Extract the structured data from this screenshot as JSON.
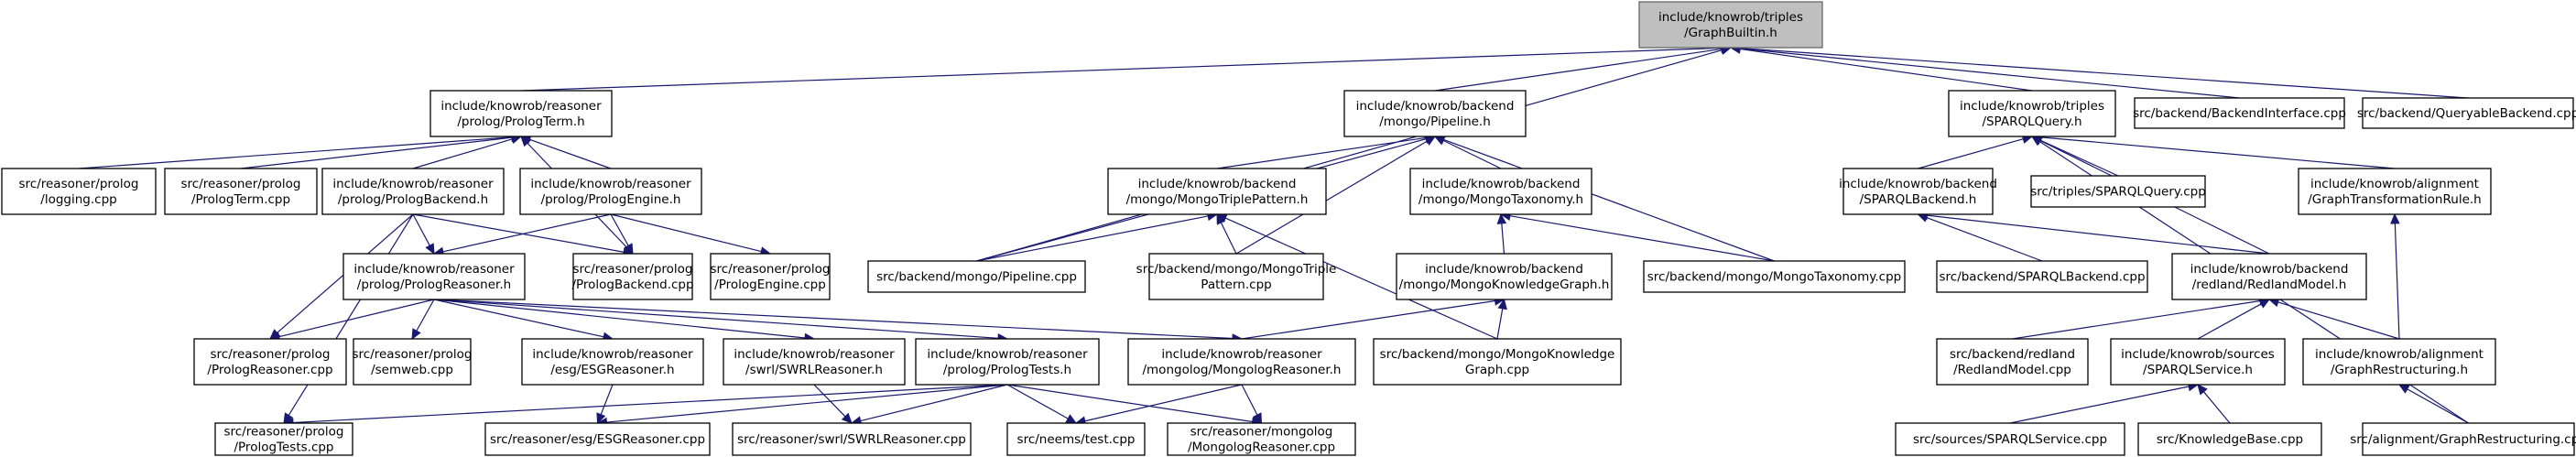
{
  "graph": {
    "colors": {
      "edge": "#191970",
      "root_fill": "#bfbfbf",
      "node_fill": "#ffffff",
      "node_border": "#000000"
    },
    "root": "n0",
    "nodes": [
      {
        "id": "n0",
        "lines": [
          "include/knowrob/triples",
          "/GraphBuiltin.h"
        ]
      },
      {
        "id": "n1",
        "lines": [
          "include/knowrob/reasoner",
          "/prolog/PrologTerm.h"
        ]
      },
      {
        "id": "n2",
        "lines": [
          "include/knowrob/backend",
          "/mongo/Pipeline.h"
        ]
      },
      {
        "id": "n3",
        "lines": [
          "include/knowrob/triples",
          "/SPARQLQuery.h"
        ]
      },
      {
        "id": "n4",
        "lines": [
          "src/backend/BackendInterface.cpp"
        ]
      },
      {
        "id": "n5",
        "lines": [
          "src/backend/QueryableBackend.cpp"
        ]
      },
      {
        "id": "n6",
        "lines": [
          "src/reasoner/prolog",
          "/logging.cpp"
        ]
      },
      {
        "id": "n7",
        "lines": [
          "src/reasoner/prolog",
          "/PrologTerm.cpp"
        ]
      },
      {
        "id": "n8",
        "lines": [
          "include/knowrob/reasoner",
          "/prolog/PrologBackend.h"
        ]
      },
      {
        "id": "n9",
        "lines": [
          "include/knowrob/reasoner",
          "/prolog/PrologEngine.h"
        ]
      },
      {
        "id": "n10",
        "lines": [
          "include/knowrob/backend",
          "/mongo/MongoTriplePattern.h"
        ]
      },
      {
        "id": "n11",
        "lines": [
          "include/knowrob/backend",
          "/mongo/MongoTaxonomy.h"
        ]
      },
      {
        "id": "n12",
        "lines": [
          "include/knowrob/backend",
          "/SPARQLBackend.h"
        ]
      },
      {
        "id": "n13",
        "lines": [
          "src/triples/SPARQLQuery.cpp"
        ]
      },
      {
        "id": "n14",
        "lines": [
          "include/knowrob/alignment",
          "/GraphTransformationRule.h"
        ]
      },
      {
        "id": "n15",
        "lines": [
          "include/knowrob/reasoner",
          "/prolog/PrologReasoner.h"
        ]
      },
      {
        "id": "n16",
        "lines": [
          "src/reasoner/prolog",
          "/PrologBackend.cpp"
        ]
      },
      {
        "id": "n17",
        "lines": [
          "src/reasoner/prolog",
          "/PrologEngine.cpp"
        ]
      },
      {
        "id": "n18",
        "lines": [
          "src/backend/mongo/Pipeline.cpp"
        ]
      },
      {
        "id": "n19",
        "lines": [
          "src/backend/mongo/MongoTriple",
          "Pattern.cpp"
        ]
      },
      {
        "id": "n20",
        "lines": [
          "include/knowrob/backend",
          "/mongo/MongoKnowledgeGraph.h"
        ]
      },
      {
        "id": "n21",
        "lines": [
          "src/backend/mongo/MongoTaxonomy.cpp"
        ]
      },
      {
        "id": "n22",
        "lines": [
          "src/backend/SPARQLBackend.cpp"
        ]
      },
      {
        "id": "n23",
        "lines": [
          "include/knowrob/backend",
          "/redland/RedlandModel.h"
        ]
      },
      {
        "id": "n24",
        "lines": [
          "src/reasoner/prolog",
          "/PrologReasoner.cpp"
        ]
      },
      {
        "id": "n25",
        "lines": [
          "src/reasoner/prolog",
          "/semweb.cpp"
        ]
      },
      {
        "id": "n26",
        "lines": [
          "include/knowrob/reasoner",
          "/esg/ESGReasoner.h"
        ]
      },
      {
        "id": "n27",
        "lines": [
          "include/knowrob/reasoner",
          "/swrl/SWRLReasoner.h"
        ]
      },
      {
        "id": "n28",
        "lines": [
          "include/knowrob/reasoner",
          "/prolog/PrologTests.h"
        ]
      },
      {
        "id": "n29",
        "lines": [
          "include/knowrob/reasoner",
          "/mongolog/MongologReasoner.h"
        ]
      },
      {
        "id": "n30",
        "lines": [
          "src/backend/mongo/MongoKnowledge",
          "Graph.cpp"
        ]
      },
      {
        "id": "n31",
        "lines": [
          "src/backend/redland",
          "/RedlandModel.cpp"
        ]
      },
      {
        "id": "n32",
        "lines": [
          "include/knowrob/sources",
          "/SPARQLService.h"
        ]
      },
      {
        "id": "n33",
        "lines": [
          "include/knowrob/alignment",
          "/GraphRestructuring.h"
        ]
      },
      {
        "id": "n34",
        "lines": [
          "src/reasoner/prolog",
          "/PrologTests.cpp"
        ]
      },
      {
        "id": "n35",
        "lines": [
          "src/reasoner/esg/ESGReasoner.cpp"
        ]
      },
      {
        "id": "n36",
        "lines": [
          "src/reasoner/swrl/SWRLReasoner.cpp"
        ]
      },
      {
        "id": "n37",
        "lines": [
          "src/neems/test.cpp"
        ]
      },
      {
        "id": "n38",
        "lines": [
          "src/reasoner/mongolog",
          "/MongologReasoner.cpp"
        ]
      },
      {
        "id": "n39",
        "lines": [
          "src/sources/SPARQLService.cpp"
        ]
      },
      {
        "id": "n40",
        "lines": [
          "src/KnowledgeBase.cpp"
        ]
      },
      {
        "id": "n41",
        "lines": [
          "src/alignment/GraphRestructuring.cpp"
        ]
      }
    ],
    "edges": [
      [
        "n1",
        "n0"
      ],
      [
        "n2",
        "n0"
      ],
      [
        "n3",
        "n0"
      ],
      [
        "n4",
        "n0"
      ],
      [
        "n5",
        "n0"
      ],
      [
        "n18",
        "n0"
      ],
      [
        "n6",
        "n1"
      ],
      [
        "n7",
        "n1"
      ],
      [
        "n8",
        "n1"
      ],
      [
        "n9",
        "n1"
      ],
      [
        "n16",
        "n1"
      ],
      [
        "n8",
        "n15"
      ],
      [
        "n8",
        "n16"
      ],
      [
        "n8",
        "n24"
      ],
      [
        "n8",
        "n34"
      ],
      [
        "n9",
        "n15"
      ],
      [
        "n9",
        "n16"
      ],
      [
        "n9",
        "n17"
      ],
      [
        "n15",
        "n24"
      ],
      [
        "n15",
        "n25"
      ],
      [
        "n15",
        "n26"
      ],
      [
        "n15",
        "n27"
      ],
      [
        "n15",
        "n28"
      ],
      [
        "n15",
        "n29"
      ],
      [
        "n26",
        "n35"
      ],
      [
        "n27",
        "n36"
      ],
      [
        "n28",
        "n34"
      ],
      [
        "n28",
        "n35"
      ],
      [
        "n28",
        "n36"
      ],
      [
        "n28",
        "n37"
      ],
      [
        "n28",
        "n38"
      ],
      [
        "n29",
        "n37"
      ],
      [
        "n29",
        "n38"
      ],
      [
        "n10",
        "n2"
      ],
      [
        "n11",
        "n2"
      ],
      [
        "n18",
        "n2"
      ],
      [
        "n19",
        "n2"
      ],
      [
        "n21",
        "n2"
      ],
      [
        "n18",
        "n10"
      ],
      [
        "n19",
        "n10"
      ],
      [
        "n30",
        "n10"
      ],
      [
        "n20",
        "n11"
      ],
      [
        "n21",
        "n11"
      ],
      [
        "n29",
        "n20"
      ],
      [
        "n30",
        "n20"
      ],
      [
        "n12",
        "n3"
      ],
      [
        "n13",
        "n3"
      ],
      [
        "n14",
        "n3"
      ],
      [
        "n23",
        "n3"
      ],
      [
        "n41",
        "n3"
      ],
      [
        "n22",
        "n12"
      ],
      [
        "n23",
        "n12"
      ],
      [
        "n31",
        "n23"
      ],
      [
        "n32",
        "n23"
      ],
      [
        "n33",
        "n23"
      ],
      [
        "n33",
        "n14"
      ],
      [
        "n39",
        "n32"
      ],
      [
        "n40",
        "n32"
      ],
      [
        "n41",
        "n33"
      ]
    ]
  }
}
